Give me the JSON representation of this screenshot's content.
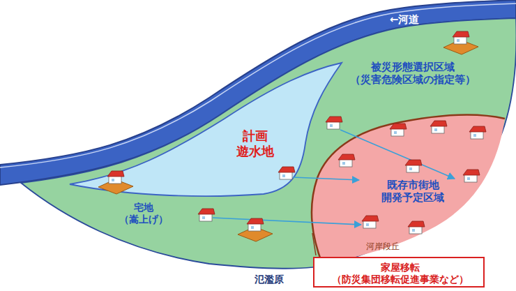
{
  "diagram": {
    "nodes": [
      {
        "text": [
          "被災形態選択区域 （災害危険区域の指定等）"
        ]
      },
      {
        "text": [
          "計画 遊水地"
        ],
        "in": 0
      },
      {
        "text": [
          "既存市街地 開発予定区域"
        ],
        "in": 0
      },
      {
        "text": [
          "家屋移転 （防災集団移転促進事業など）"
        ]
      }
    ],
    "labels": [
      "←河道",
      "宅地 （嵩上げ）",
      "河岸段丘",
      "氾濫原"
    ]
  }
}
